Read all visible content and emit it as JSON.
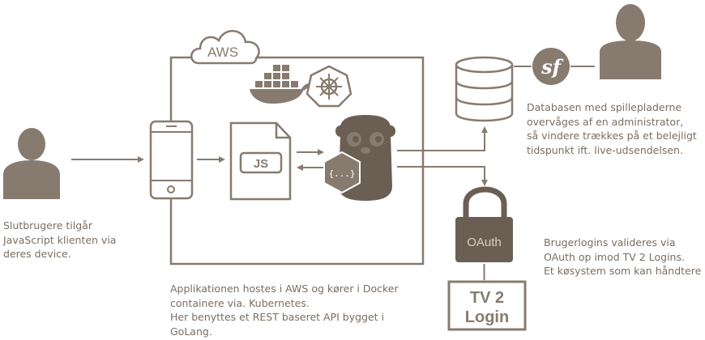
{
  "diagram": {
    "cloud_label": "AWS",
    "js_label": "JS",
    "api_label": "{...}",
    "symfony_label": "sf",
    "oauth_label": "OAuth",
    "tv2_label_line1": "TV 2",
    "tv2_label_line2": "Login"
  },
  "captions": {
    "user": "Slutbrugere tilgår\nJavaScript klienten via\nderes device.",
    "database": "Databasen med spillepladerne\novervåges af en administrator,\nså vindere trækkes på et belejligt\ntidspunkt ift. live-udsendelsen.",
    "oauth": "Brugerlogins valideres via\nOAuth op imod TV 2 Logins.\nEt køsystem som kan håndtere",
    "app": "Applikationen hostes i AWS og kører i Docker\ncontainere via. Kubernetes.\nHer benyttes et REST baseret API bygget i\nGoLang."
  },
  "colors": {
    "primary": "#877b6f",
    "dark": "#6b5f54",
    "text": "#7a6e62"
  }
}
